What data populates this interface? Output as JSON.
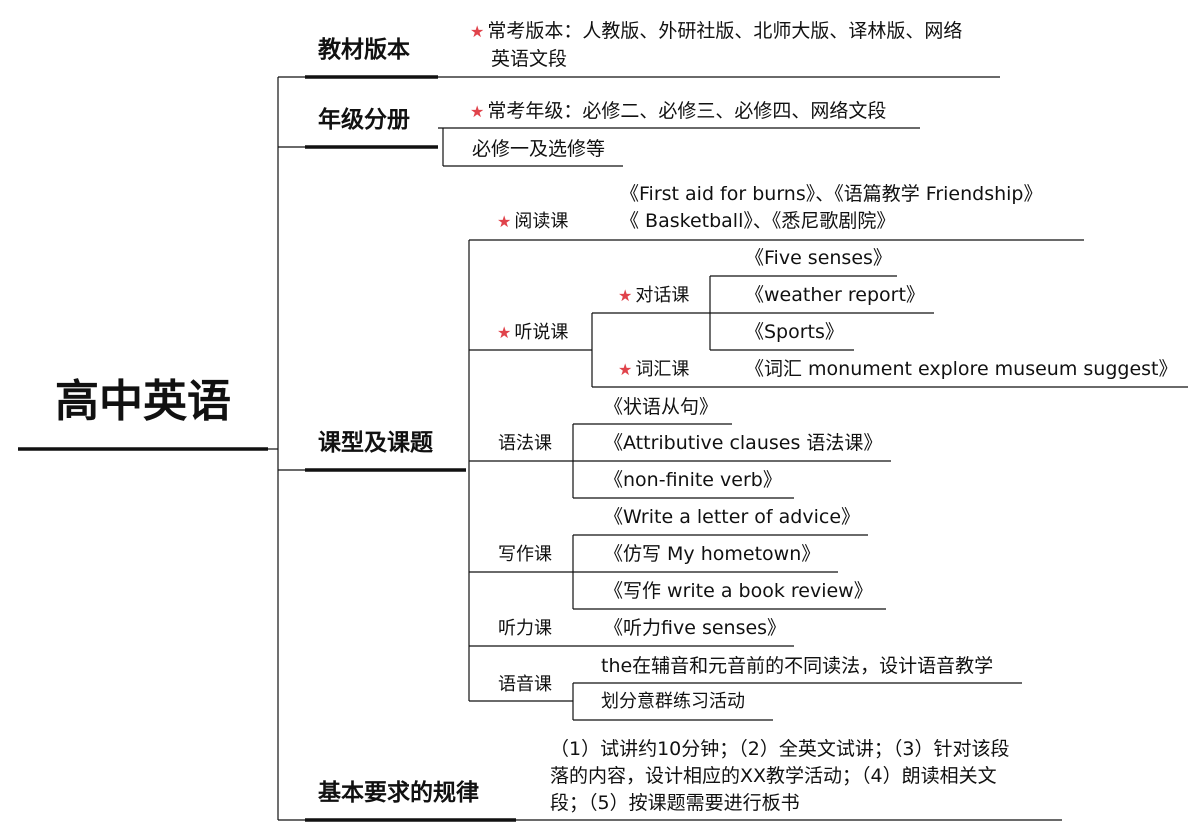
{
  "root": "高中英语",
  "star": "★",
  "textbook": {
    "title": "教材版本",
    "text_1": "常考版本：人教版、外研社版、北师大版、译林版、网络",
    "text_2": "英语文段"
  },
  "grade": {
    "title": "年级分册",
    "text": "常考年级：必修二、必修三、必修四、网络文段",
    "extra": "必修一及选修等"
  },
  "course": {
    "title": "课型及课题",
    "reading": {
      "label": "阅读课",
      "line_1": "《First aid for burns》、《语篇教学 Friendship》",
      "line_2": "《 Basketball》、《悉尼歌剧院》"
    },
    "listening_speaking": {
      "label": "听说课",
      "dialogue": {
        "label": "对话课",
        "items": [
          "《Five senses》",
          "《weather report》",
          "《Sports》"
        ]
      },
      "vocabulary": {
        "label": "词汇课",
        "items": [
          "《词汇 monument explore museum suggest》"
        ]
      }
    },
    "grammar": {
      "label": "语法课",
      "items": [
        "《状语从句》",
        "《Attributive clauses 语法课》",
        "《non-finite verb》"
      ]
    },
    "writing": {
      "label": "写作课",
      "items": [
        "《Write a letter of advice》",
        "《仿写 My hometown》",
        "《写作 write a book review》"
      ]
    },
    "listening": {
      "label": "听力课",
      "items": [
        "《听力five senses》"
      ]
    },
    "phonetics": {
      "label": "语音课",
      "items": [
        "the在辅音和元音前的不同读法，设计语音教学",
        "划分意群练习活动"
      ]
    }
  },
  "rules": {
    "title": "基本要求的规律",
    "line_1": "（1）试讲约10分钟；（2）全英文试讲；（3）针对该段",
    "line_2": "落的内容，设计相应的XX教学活动；（4）朗读相关文",
    "line_3": "段；（5）按课题需要进行板书"
  }
}
